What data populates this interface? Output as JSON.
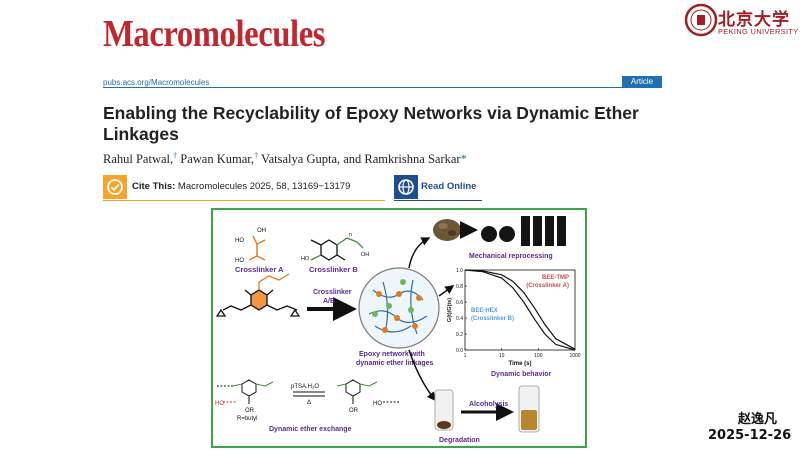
{
  "header": {
    "journal": "Macromolecules",
    "university_cn": "北京大学",
    "university_en": "PEKING UNIVERSITY",
    "doi": "pubs.acs.org/Macromolecules",
    "article_type": "Article"
  },
  "paper": {
    "title": "Enabling the Recyclability of Epoxy Networks via Dynamic Ether Linkages",
    "authors": [
      {
        "name": "Rahul Patwal,",
        "mark": "†"
      },
      {
        "name": "Pawan Kumar,",
        "mark": "†"
      },
      {
        "name": "Vatsalya Gupta, and Ramkrishna Sarkar",
        "mark": "*"
      }
    ],
    "cite_label": "Cite This:",
    "citation": "Macromolecules 2025, 58, 13169−13179",
    "read_online": "Read Online"
  },
  "toc": {
    "crosslinker_a": "Crosslinker A",
    "crosslinker_b": "Crosslinker B",
    "arrow_label_1": "Crosslinker",
    "arrow_label_2": "A/B",
    "network_1": "Epoxy network with",
    "network_2": "dynamic ether linkages",
    "mech": "Mechanical reprocessing",
    "dyn_behavior": "Dynamic behavior",
    "dee": "Dynamic ether exchange",
    "r_label": "R=butyl",
    "cat": "pTSA.H₂O",
    "delta": "Δ",
    "alcoholysis": "Alcoholysis",
    "degradation": "Degradation",
    "ho1": "HO",
    "ho2": "HO",
    "or1": "OR",
    "or2": "OR",
    "oh_a": "OH",
    "ho_a1": "HO",
    "ho_a2": "HO",
    "ho_b1": "HO",
    "oh_b1": "OH",
    "n_sub": "n"
  },
  "chart_data": {
    "type": "line",
    "xlabel": "Time (s)",
    "ylabel": "G(t)/G(ts)",
    "x_scale": "log",
    "xlim": [
      1,
      1000
    ],
    "ylim": [
      0,
      1.0
    ],
    "x_ticks": [
      "1",
      "10",
      "100",
      "1000"
    ],
    "y_ticks": [
      "0.0",
      "0.2",
      "0.4",
      "0.6",
      "0.8",
      "1.0"
    ],
    "series": [
      {
        "name": "BEE-TMP (Crosslinker A)",
        "color": "#c0504d",
        "x": [
          1,
          3,
          10,
          20,
          40,
          80,
          150,
          300,
          1000
        ],
        "y": [
          1.0,
          0.98,
          0.9,
          0.78,
          0.6,
          0.38,
          0.2,
          0.07,
          0.0
        ]
      },
      {
        "name": "BEE-HEX (Crosslinker B)",
        "color": "#4f9fd6",
        "x": [
          1,
          3,
          10,
          20,
          40,
          80,
          150,
          300,
          1000
        ],
        "y": [
          1.0,
          0.99,
          0.94,
          0.86,
          0.72,
          0.52,
          0.32,
          0.14,
          0.01
        ]
      }
    ],
    "legend": [
      {
        "line1": "BEE-TMP",
        "line2": "(Crosslinker A)",
        "color": "#c0504d"
      },
      {
        "line1": "BEE-HEX",
        "line2": "(Crosslinker B)",
        "color": "#4f9fd6"
      }
    ]
  },
  "watermark": {
    "name": "赵逸凡",
    "date": "2025-12-26"
  },
  "colors": {
    "journal": "#c1272d",
    "acs_blue": "#1f6fb2",
    "toc_border": "#3fa34d",
    "label_purple": "#5a2a8c",
    "cite_orange": "#f7a52a"
  }
}
